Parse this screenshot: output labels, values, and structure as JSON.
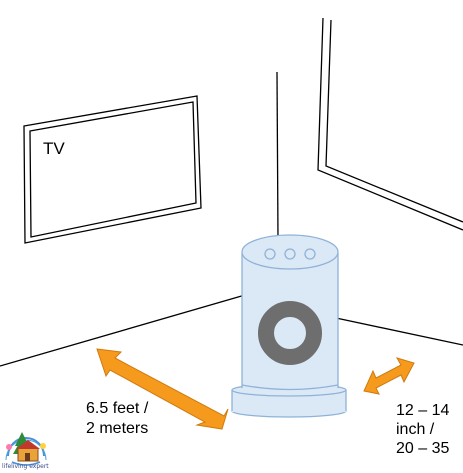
{
  "diagram": {
    "tv_label": "TV",
    "left_distance": {
      "line1": "6.5 feet /",
      "line2": "2 meters"
    },
    "right_distance": {
      "line1": "12 – 14",
      "line2": "inch /",
      "line3": "20 – 35"
    },
    "logo_text": "lifeliving expert",
    "colors": {
      "arrow": "#f59a1c",
      "arrow_outline": "#d07a10",
      "device_body": "#dbe9f6",
      "device_outline": "#8fb2d8",
      "ring": "#6e6e6e",
      "lines": "#000000"
    }
  }
}
